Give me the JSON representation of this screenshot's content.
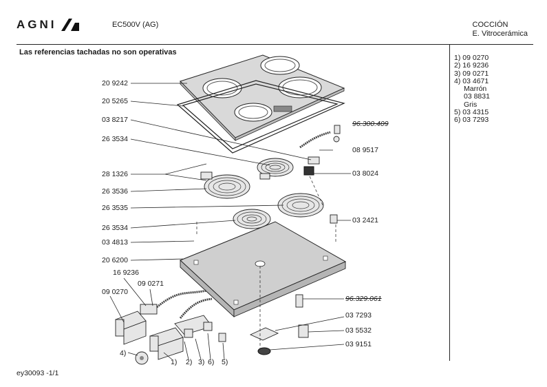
{
  "header": {
    "brand": "AGNI",
    "model": "EC500V (AG)",
    "category_line1": "COCCIÓN",
    "category_line2": "E. Vitrocerámica"
  },
  "note": "Las referencias tachadas no son operativas",
  "references": [
    {
      "text": "1) 09 0270"
    },
    {
      "text": "2) 16 9236"
    },
    {
      "text": "3) 09 0271"
    },
    {
      "text": "4) 03 4671"
    },
    {
      "text": "Marrón",
      "sub": true
    },
    {
      "text": "03 8831",
      "sub": true
    },
    {
      "text": "Gris",
      "sub": true
    },
    {
      "text": "5) 03 4315"
    },
    {
      "text": "6) 03 7293"
    }
  ],
  "callouts": {
    "c209242": "20 9242",
    "c205265": "20 5265",
    "c038217": "03 8217",
    "c263534a": "26 3534",
    "c281326": "28 1326",
    "c263536": "26 3536",
    "c263535": "26 3535",
    "c263534b": "26 3534",
    "c034813": "03 4813",
    "c206200": "20 6200",
    "c169236": "16 9236",
    "c090271": "09 0271",
    "c090270": "09 0270",
    "c96300409": "96.300.409",
    "c089517": "08 9517",
    "c038024": "03 8024",
    "c032421": "03 2421",
    "c96329061": "96.329.061",
    "c037293": "03 7293",
    "c035532": "03 5532",
    "c039151": "03 9151",
    "n4": "4)",
    "n1": "1)",
    "n2": "2)",
    "n3": "3)",
    "n6": "6)",
    "n5": "5)"
  },
  "footer": "ey30093 -1/1"
}
